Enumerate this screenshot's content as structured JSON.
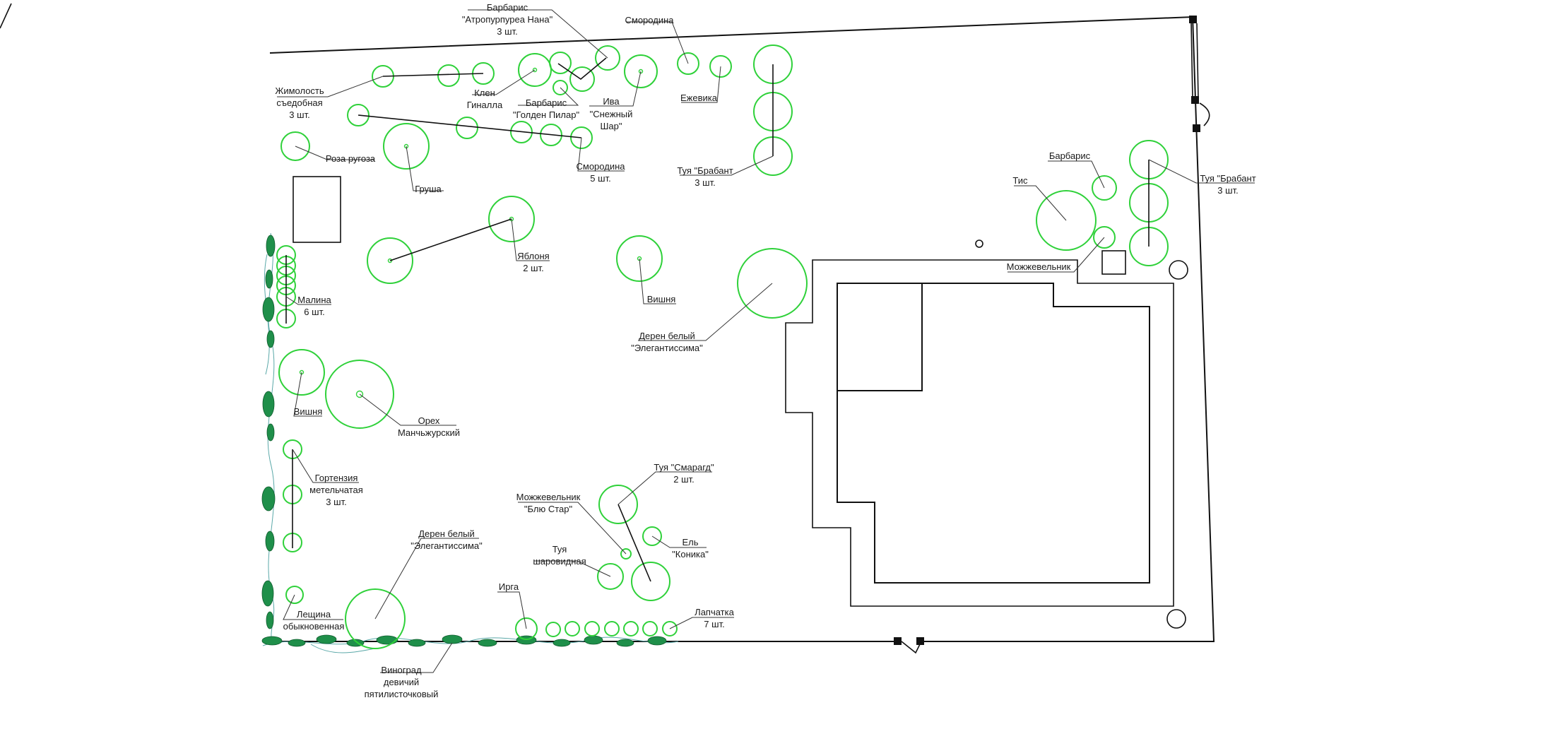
{
  "labels": {
    "barberry_nana": [
      "Барбарис",
      "\"Атропурпуреа Нана\"",
      "3 шт."
    ],
    "currant_top": [
      "Смородина"
    ],
    "honeysuckle": [
      "Жимолость",
      "съедобная",
      "3 шт."
    ],
    "maple": [
      "Клен",
      "Гиналла"
    ],
    "barberry_golden": [
      "Барбарис",
      "\"Голден Пилар\""
    ],
    "willow": [
      "Ива",
      "\"Снежный",
      "Шар\""
    ],
    "blackberry": [
      "Ежевика"
    ],
    "rose": [
      "Роза ругоза"
    ],
    "pear": [
      "Груша"
    ],
    "currant5": [
      "Смородина",
      "5 шт."
    ],
    "thuja_brabant_center": [
      "Туя \"Брабант",
      "3 шт."
    ],
    "apple": [
      "Яблоня",
      "2 шт."
    ],
    "raspberry": [
      "Малина",
      "6 шт."
    ],
    "cherry_center": [
      "Вишня"
    ],
    "dogwood_center": [
      "Дерен белый",
      "\"Элегантиссима\""
    ],
    "cherry_left": [
      "Вишня"
    ],
    "walnut": [
      "Орех",
      "Манчьжурский"
    ],
    "hydrangea": [
      "Гортензия",
      "метельчатая",
      "3 шт."
    ],
    "dogwood_bottom": [
      "Дерен белый",
      "\"Элегантиссима\""
    ],
    "hazel": [
      "Лещина",
      "обыкновенная"
    ],
    "grape": [
      "Виноград",
      "девичий",
      "пятилисточковый"
    ],
    "irga": [
      "Ирга"
    ],
    "juniper_bluestar": [
      "Можжевельник",
      "\"Блю Стар\""
    ],
    "thuja_globe": [
      "Туя",
      "шаровидная"
    ],
    "thuja_smaragd": [
      "Туя \"Смарагд\"",
      "2 шт."
    ],
    "spruce": [
      "Ель",
      "\"Коника\""
    ],
    "potentilla": [
      "Лапчатка",
      "7 шт."
    ],
    "barberry_right": [
      "Барбарис"
    ],
    "yew": [
      "Тис"
    ],
    "thuja_brabant_right": [
      "Туя \"Брабант",
      "3 шт."
    ],
    "juniper_right": [
      "Можжевельник"
    ]
  },
  "colors": {
    "plant_outline": "#2fd13a",
    "vine_leaf": "#1f8f4a",
    "structure": "#111111"
  }
}
